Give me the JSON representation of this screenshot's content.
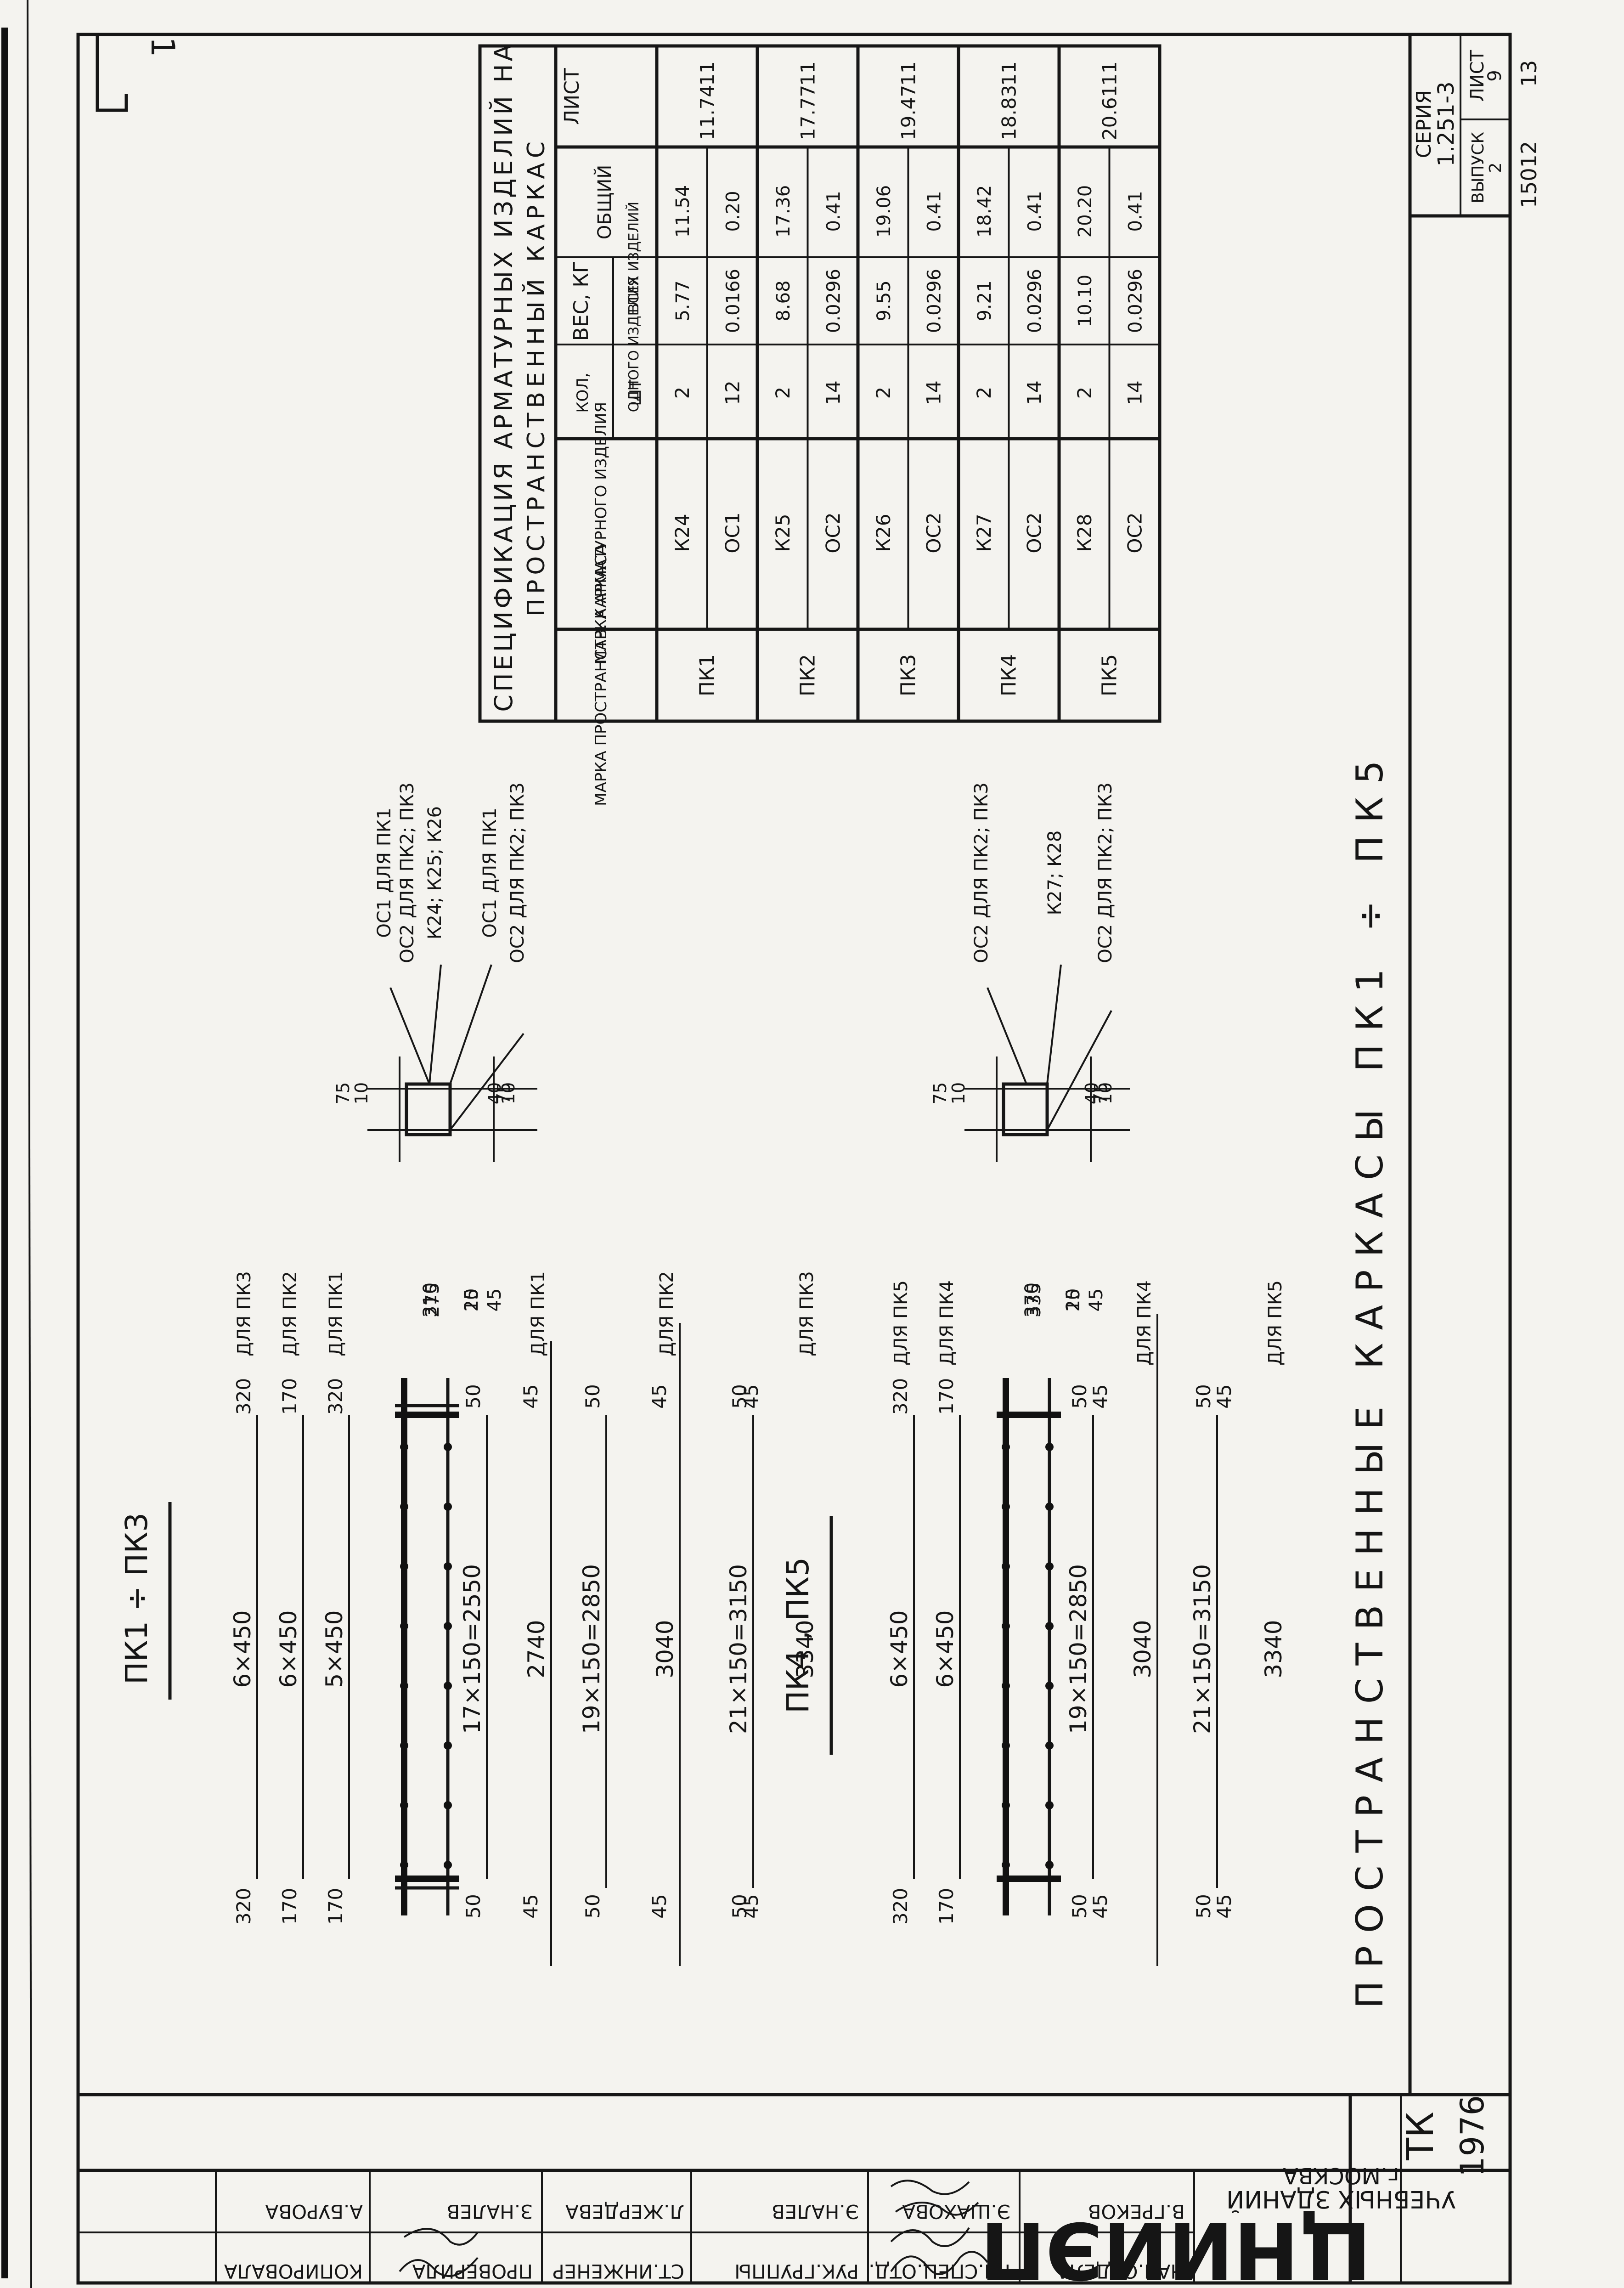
{
  "drawing": {
    "title": "ПРОСТРАНСТВЕННЫЕ КАРКАСЫ ПК1 ÷ ПК5",
    "corner_mark": "1",
    "stamp_number": "15012",
    "top_mark": "13"
  },
  "series_block": {
    "series_label": "СЕРИЯ",
    "series_value": "1.251-3",
    "issue_label": "ВЫПУСК",
    "issue_value": "2",
    "sheet_label": "ЛИСТ",
    "sheet_value": "9"
  },
  "tk_block": {
    "label": "ТК",
    "year": "1976"
  },
  "institute": {
    "abbr": "ЦНИИЭП",
    "name": "УЧЕБНЫХ ЗДАНИЙ",
    "city": "г.МОСКВА"
  },
  "signatures": [
    {
      "role": "НАЧ.ОТДЕЛА",
      "name": "В.ГРЕКОВ"
    },
    {
      "role": "ГЛ.СПЕЦ.ОТД.",
      "name": "Э.ШАХОВА"
    },
    {
      "role": "РУК.ГРУППЫ",
      "name": "Э.НАЛЕВ"
    },
    {
      "role": "СТ.ИНЖЕНЕР",
      "name": "Л.ЖЕРДЕВА"
    },
    {
      "role": "ПРОВЕРИЛА",
      "name": "З.НАЛЕВ"
    },
    {
      "role": "КОПИРОВАЛА",
      "name": "А.БУРОВА"
    }
  ],
  "spec_table": {
    "title_line1": "СПЕЦИФИКАЦИЯ АРМАТУРНЫХ ИЗДЕЛИЙ НА",
    "title_line2": "ПРОСТРАНСТВЕННЫЙ КАРКАС",
    "headers": {
      "frame_mark": "МАРКА ПРОСТРАНСТВ. КАРКАСА",
      "item_mark": "МАРКА АРМАТУРНОГО ИЗДЕЛИЯ",
      "qty": "КОЛ,",
      "qty_unit": "ШТ",
      "weight": "ВЕС, КГ",
      "one_item": "ОДНОГО ИЗДЕЛИЯ",
      "all_items": "ВСЕХ ИЗДЕЛИЙ",
      "total": "ОБЩИЙ",
      "sheet": "ЛИСТ"
    },
    "rows": [
      {
        "frame": "ПК1",
        "items": [
          {
            "mark": "К24",
            "qty": "2",
            "one": "5.77",
            "all": "11.54"
          },
          {
            "mark": "ОС1",
            "qty": "12",
            "one": "0.0166",
            "all": "0.20"
          }
        ],
        "total": "11.74",
        "sheet": "11"
      },
      {
        "frame": "ПК2",
        "items": [
          {
            "mark": "К25",
            "qty": "2",
            "one": "8.68",
            "all": "17.36"
          },
          {
            "mark": "ОС2",
            "qty": "14",
            "one": "0.0296",
            "all": "0.41"
          }
        ],
        "total": "17.77",
        "sheet": "11"
      },
      {
        "frame": "ПК3",
        "items": [
          {
            "mark": "К26",
            "qty": "2",
            "one": "9.55",
            "all": "19.06"
          },
          {
            "mark": "ОС2",
            "qty": "14",
            "one": "0.0296",
            "all": "0.41"
          }
        ],
        "total": "19.47",
        "sheet": "11"
      },
      {
        "frame": "ПК4",
        "items": [
          {
            "mark": "К27",
            "qty": "2",
            "one": "9.21",
            "all": "18.42"
          },
          {
            "mark": "ОС2",
            "qty": "14",
            "one": "0.0296",
            "all": "0.41"
          }
        ],
        "total": "18.83",
        "sheet": "11"
      },
      {
        "frame": "ПК5",
        "items": [
          {
            "mark": "К28",
            "qty": "2",
            "one": "10.10",
            "all": "20.20"
          },
          {
            "mark": "ОС2",
            "qty": "14",
            "one": "0.0296",
            "all": "0.41"
          }
        ],
        "total": "20.61",
        "sheet": "11"
      }
    ]
  },
  "elevation1": {
    "label": "ПК1 ÷ ПК3",
    "left_dims": [
      "320",
      "170",
      "170",
      "50",
      "45",
      "50",
      "45",
      "50",
      "45"
    ],
    "right_dims": [
      "320",
      "170",
      "320",
      "50",
      "45",
      "50",
      "45",
      "50",
      "45"
    ],
    "span_dims": [
      "6×450",
      "6×450",
      "5×450",
      "17×150=2550",
      "2740",
      "19×150=2850",
      "3040",
      "21×150=3150",
      "3340"
    ],
    "notes": [
      "ДЛЯ ПК3",
      "ДЛЯ ПК2",
      "ДЛЯ ПК1",
      "ДЛЯ ПК1",
      "ДЛЯ ПК2",
      "ДЛЯ ПК3"
    ],
    "end_dims": [
      "310",
      "20",
      "275",
      "15",
      "45"
    ]
  },
  "elevation2": {
    "label": "ПК4 , ПК5",
    "left_dims": [
      "320",
      "170",
      "50",
      "45",
      "50",
      "45"
    ],
    "right_dims": [
      "320",
      "170",
      "50",
      "45",
      "50",
      "45"
    ],
    "span_dims": [
      "6×450",
      "6×450",
      "19×150=2850",
      "3040",
      "21×150=3150",
      "3340"
    ],
    "notes": [
      "ДЛЯ ПК5",
      "ДЛЯ ПК4",
      "ДЛЯ ПК4",
      "ДЛЯ ПК5"
    ],
    "end_dims": [
      "370",
      "20",
      "335",
      "15",
      "45"
    ]
  },
  "section1": {
    "dims": [
      "75",
      "10",
      "10",
      "40",
      "75"
    ],
    "callouts": [
      "ОС1 ДЛЯ ПК1",
      "ОС2 ДЛЯ ПК2; ПК3",
      "К24; К25; К26",
      "ОС1 ДЛЯ ПК1",
      "ОС2 ДЛЯ ПК2; ПК3"
    ]
  },
  "section2": {
    "dims": [
      "75",
      "10",
      "10",
      "40",
      "75"
    ],
    "callouts": [
      "ОС2 ДЛЯ ПК2; ПК3",
      "К27; К28",
      "ОС2 ДЛЯ ПК2; ПК3"
    ]
  }
}
